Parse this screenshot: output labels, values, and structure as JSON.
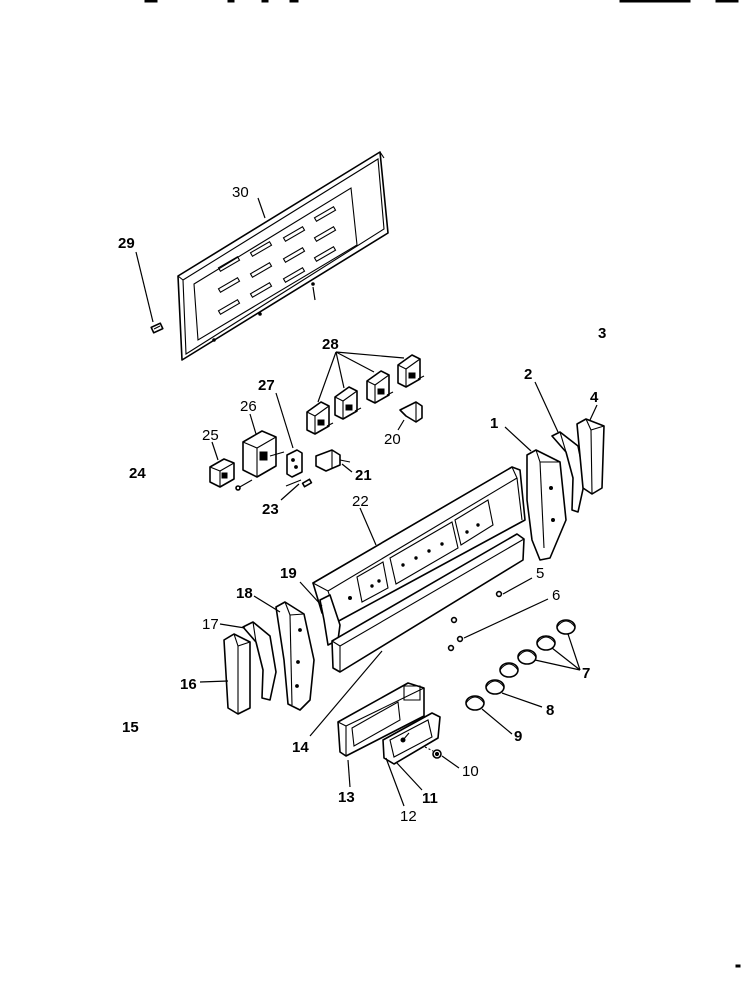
{
  "callouts": {
    "p1": "1",
    "p2": "2",
    "p3": "3",
    "p4": "4",
    "p5": "5",
    "p6": "6",
    "p7": "7",
    "p8": "8",
    "p9": "9",
    "p10": "10",
    "p11": "11",
    "p12": "12",
    "p13": "13",
    "p14": "14",
    "p15": "15",
    "p16": "16",
    "p17": "17",
    "p18": "18",
    "p19": "19",
    "p20": "20",
    "p21": "21",
    "p22": "22",
    "p23": "23",
    "p24": "24",
    "p25": "25",
    "p26": "26",
    "p27": "27",
    "p28": "28",
    "p29": "29",
    "p30": "30"
  },
  "colors": {
    "line": "#000000",
    "background": "#ffffff"
  }
}
